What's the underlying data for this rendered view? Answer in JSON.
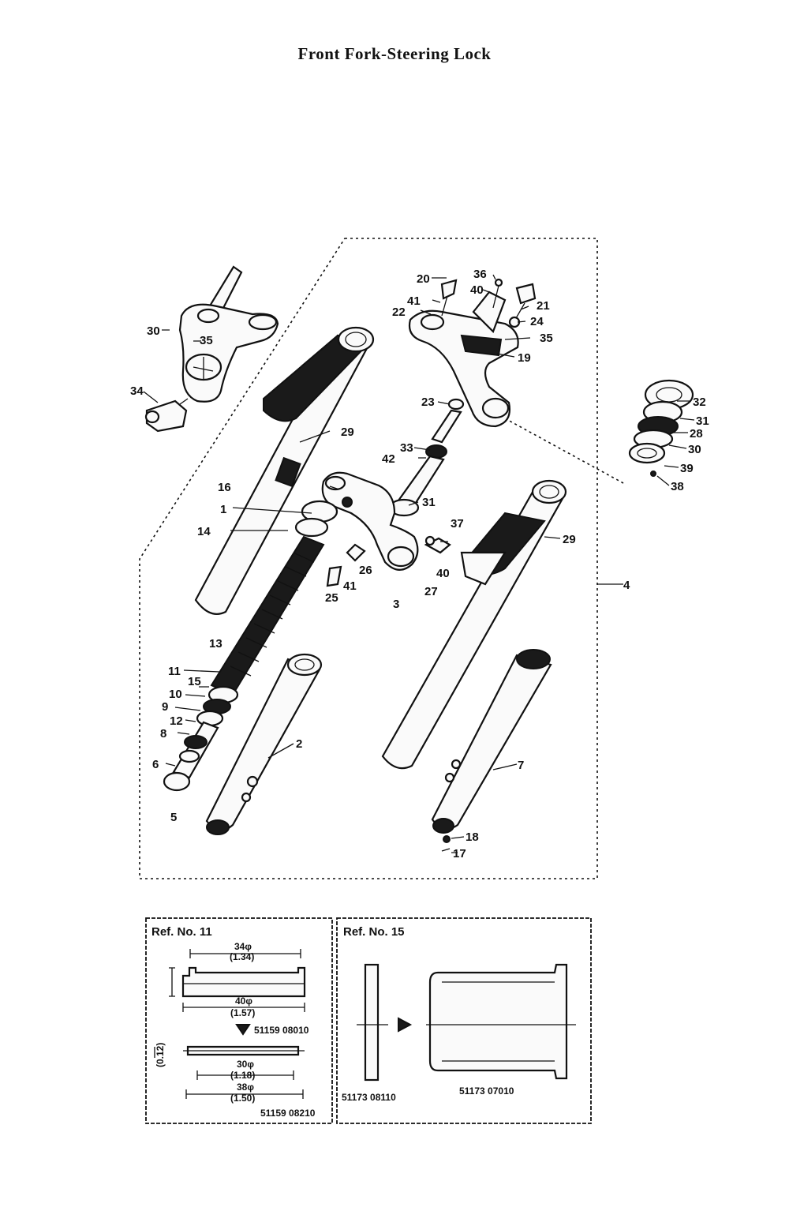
{
  "title": "Front Fork-Steering Lock",
  "callouts": {
    "c20a": "20",
    "c36a": "36",
    "c40a": "40",
    "c41a": "41",
    "c22": "22",
    "c21": "21",
    "c24": "24",
    "c35a": "35",
    "c19": "19",
    "c30": "30",
    "c35b": "35",
    "c34": "34",
    "c23": "23",
    "c29a": "29",
    "c33": "33",
    "c42": "42",
    "c16": "16",
    "c1": "1",
    "c31": "31",
    "c14": "14",
    "c37": "37",
    "c29b": "29",
    "c26": "26",
    "c41b": "41",
    "c40b": "40",
    "c25": "25",
    "c3": "3",
    "c27": "27",
    "c4": "4",
    "c13": "13",
    "c11": "11",
    "c15": "15",
    "c10": "10",
    "c9": "9",
    "c12": "12",
    "c8": "8",
    "c6": "6",
    "c5": "5",
    "c2": "2",
    "c7": "7",
    "c18": "18",
    "c17": "17",
    "c32": "32",
    "c31b": "31",
    "c28": "28",
    "c30b": "30",
    "c39a": "39",
    "c38": "38"
  },
  "ref11": {
    "header": "Ref. No. 11",
    "dim_top": "34φ",
    "dim_top_in": "(1.34)",
    "dim_mid": "40φ",
    "dim_mid_in": "(1.57)",
    "part_a": "51159 08010",
    "dim_side": "(0.12)",
    "dim_b1": "30φ",
    "dim_b1_in": "(1.18)",
    "dim_b2": "38φ",
    "dim_b2_in": "(1.50)",
    "part_b": "51159 08210"
  },
  "ref15": {
    "header": "Ref. No. 15",
    "part_a": "51173 08110",
    "part_b": "51173 07010"
  }
}
